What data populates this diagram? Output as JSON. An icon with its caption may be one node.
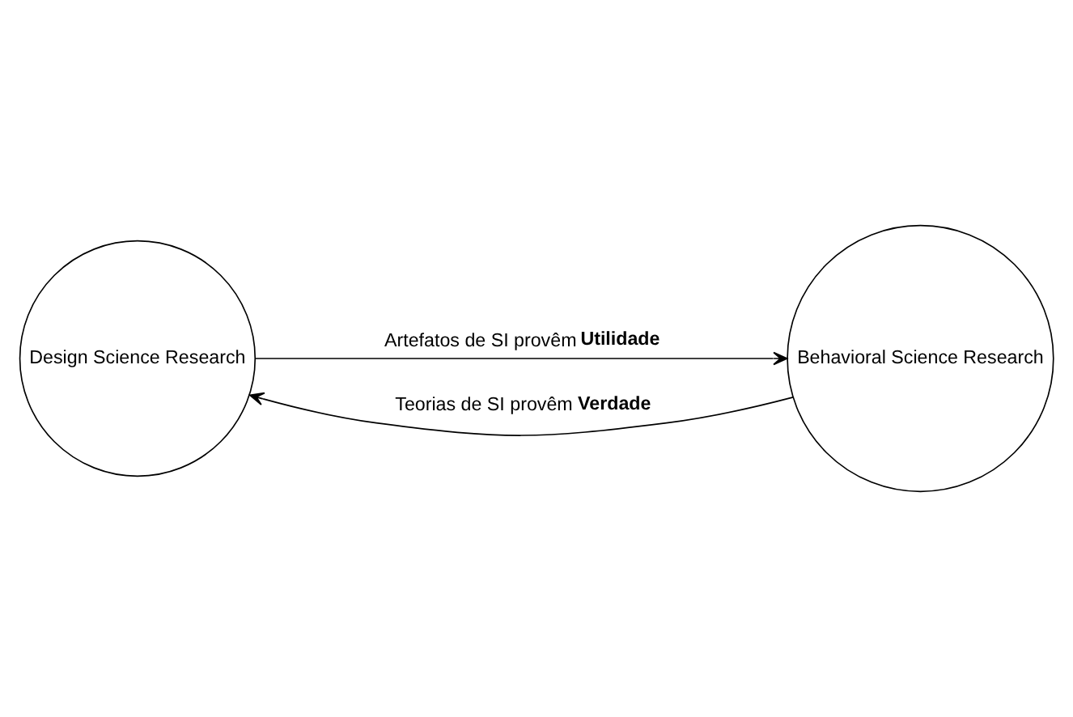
{
  "diagram": {
    "nodes": [
      {
        "text": [
          "Design Science Research"
        ]
      },
      {
        "text": [
          "Behavioral Science Research"
        ]
      }
    ],
    "edges": [
      {
        "from": 0,
        "to": 1,
        "arrow": "to",
        "label": "Artefatos de SI provêm **Utilidade**"
      },
      {
        "from": 1,
        "to": 0,
        "arrow": "to",
        "label": "Teorias de SI provêm **Verdade**"
      }
    ]
  }
}
